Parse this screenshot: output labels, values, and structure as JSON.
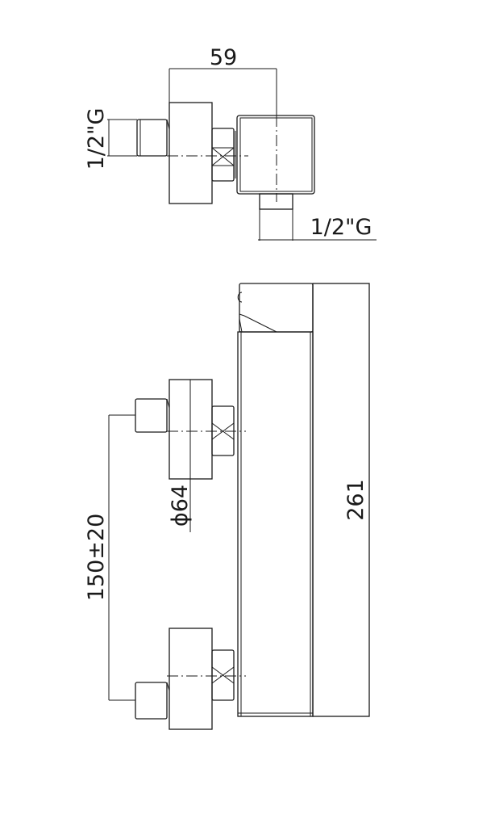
{
  "top_view": {
    "width_dim": "59",
    "inlet_thread": "1/2\"G",
    "outlet_thread": "1/2\"G"
  },
  "side_view": {
    "flange_diameter": "ϕ64",
    "inlet_spacing": "150±20",
    "height_dim": "261"
  },
  "colors": {
    "line": "#1a1a1a",
    "background": "#ffffff"
  }
}
